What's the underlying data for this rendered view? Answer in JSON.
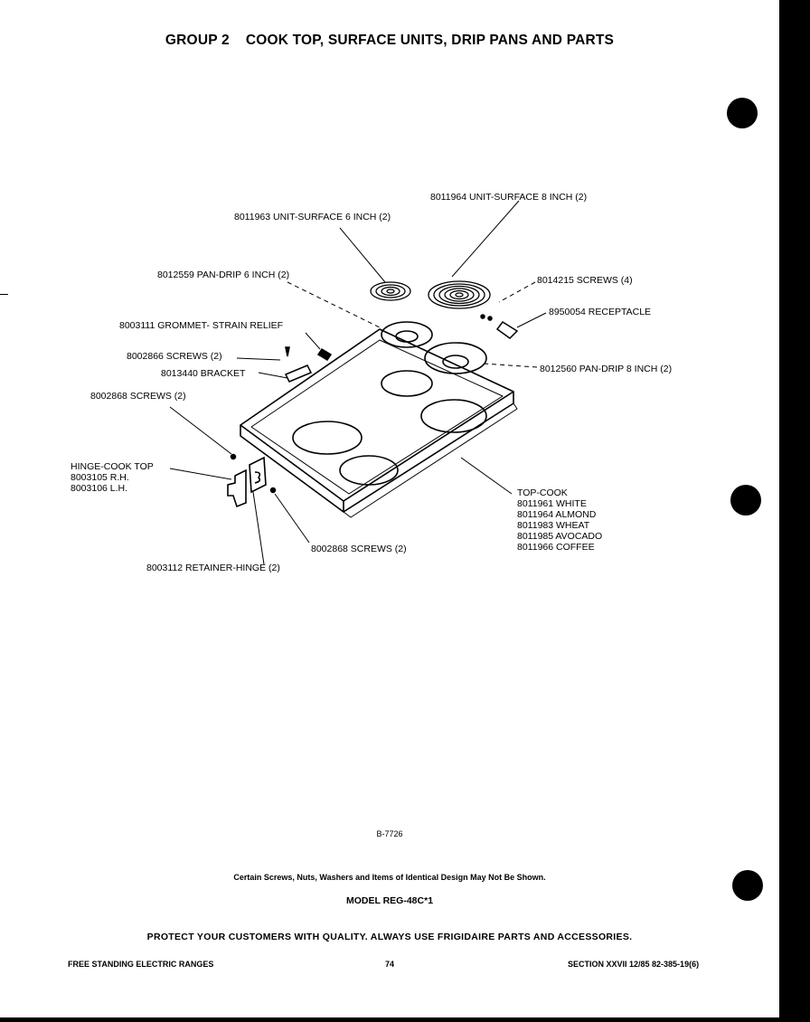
{
  "title": "GROUP 2    COOK TOP, SURFACE UNITS, DRIP PANS AND PARTS",
  "labels": {
    "unit_surface_8": "8011964 UNIT-SURFACE 8 INCH (2)",
    "unit_surface_6": "8011963 UNIT-SURFACE 6 INCH (2)",
    "pan_drip_6": "8012559 PAN-DRIP 6 INCH (2)",
    "screws_4": "8014215 SCREWS (4)",
    "receptacle": "8950054 RECEPTACLE",
    "grommet": "8003111 GROMMET- STRAIN RELIEF",
    "screws_bracket": "8002866 SCREWS (2)",
    "bracket": "8013440 BRACKET",
    "pan_drip_8": "8012560 PAN-DRIP 8 INCH (2)",
    "screws_hinge": "8002868 SCREWS (2)",
    "hinge_title": "HINGE-COOK TOP",
    "hinge_rh": "8003105 R.H.",
    "hinge_lh": "8003106 L.H.",
    "screws_bottom": "8002868 SCREWS (2)",
    "retainer": "8003112 RETAINER-HINGE (2)",
    "topcook_title": "TOP-COOK",
    "topcook_white": "8011961 WHITE",
    "topcook_almond": "8011964 ALMOND",
    "topcook_wheat": "8011983 WHEAT",
    "topcook_avocado": "8011985 AVOCADO",
    "topcook_coffee": "8011966 COFFEE"
  },
  "figure_code": "B-7726",
  "disclaimer": "Certain Screws, Nuts, Washers and Items of Identical Design May Not Be Shown.",
  "model": "MODEL REG-48C*1",
  "promo": "PROTECT YOUR CUSTOMERS WITH QUALITY. ALWAYS USE FRIGIDAIRE PARTS AND ACCESSORIES.",
  "footer": {
    "left": "FREE STANDING ELECTRIC RANGES",
    "page": "74",
    "right": "SECTION XXVII  12/85  82-385-19(6)"
  }
}
